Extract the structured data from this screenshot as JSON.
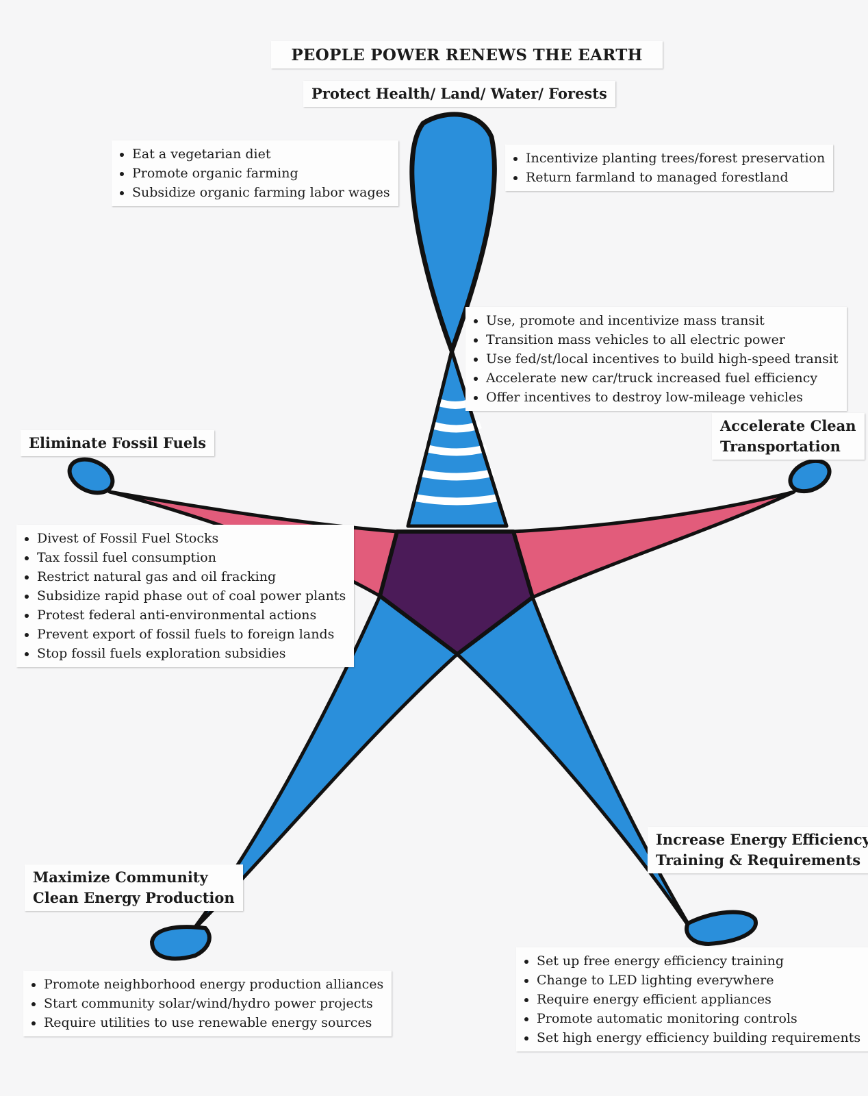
{
  "title": "PEOPLE POWER RENEWS THE EARTH",
  "colors": {
    "blue": "#2a8fdb",
    "red": "#e25c7b",
    "purple": "#4b1b58",
    "outline": "#111111"
  },
  "sections": {
    "top": {
      "heading": [
        "Protect Health/ Land/ Water/ Forests"
      ],
      "left_items": [
        "Eat a vegetarian diet",
        "Promote organic farming",
        "Subsidize organic farming labor wages"
      ],
      "right_items": [
        "Incentivize planting trees/forest preservation",
        "Return farmland to managed forestland"
      ]
    },
    "transport": {
      "heading": [
        "Accelerate Clean",
        "Transportation"
      ],
      "items": [
        "Use, promote and incentivize mass transit",
        "Transition mass vehicles to all electric power",
        "Use fed/st/local incentives to build high-speed transit",
        "Accelerate new car/truck increased fuel efficiency",
        "Offer incentives to destroy low-mileage vehicles"
      ]
    },
    "fossil": {
      "heading": [
        "Eliminate Fossil Fuels"
      ],
      "items": [
        "Divest of Fossil Fuel Stocks",
        "Tax fossil fuel consumption",
        "Restrict natural gas and oil fracking",
        "Subsidize rapid phase out of coal power plants",
        "Protest federal anti-environmental actions",
        "Prevent export of fossil fuels to foreign lands",
        "Stop fossil fuels exploration subsidies"
      ]
    },
    "efficiency": {
      "heading": [
        "Increase Energy Efficiency",
        "Training & Requirements"
      ],
      "items": [
        "Set up free energy efficiency training",
        "Change to LED lighting everywhere",
        "Require energy efficient appliances",
        "Promote automatic monitoring controls",
        "Set high energy efficiency building requirements"
      ]
    },
    "community": {
      "heading": [
        "Maximize Community",
        "Clean Energy Production"
      ],
      "items": [
        "Promote neighborhood energy production alliances",
        "Start community solar/wind/hydro power projects",
        "Require utilities to use renewable energy sources"
      ]
    }
  }
}
